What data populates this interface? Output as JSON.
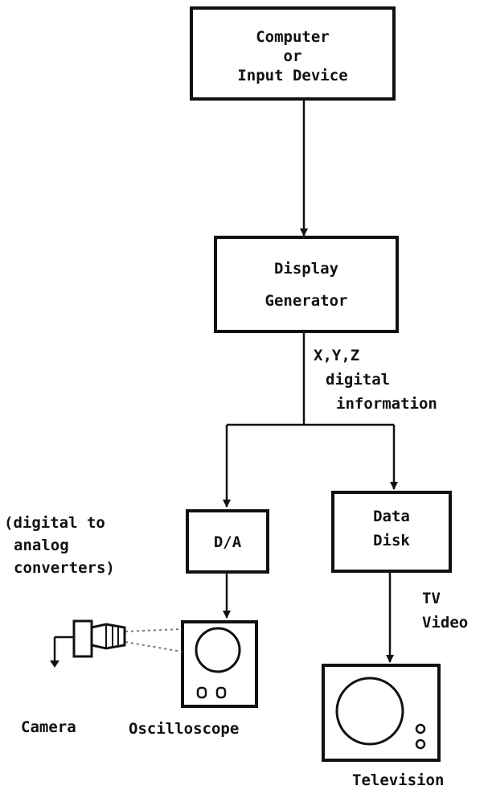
{
  "boxes": {
    "computer": [
      "Computer",
      "or",
      "Input Device"
    ],
    "display_generator": [
      "Display",
      "Generator"
    ],
    "da": "D/A",
    "data_disk": [
      "Data",
      "Disk"
    ]
  },
  "annotations": {
    "xyz": [
      "X,Y,Z",
      "digital",
      "information"
    ],
    "da_note": [
      "(digital to",
      "analog",
      "converters)"
    ],
    "tv_video": [
      "TV",
      "Video"
    ]
  },
  "devices": {
    "camera": "Camera",
    "oscilloscope": "Oscilloscope",
    "television": "Television"
  }
}
